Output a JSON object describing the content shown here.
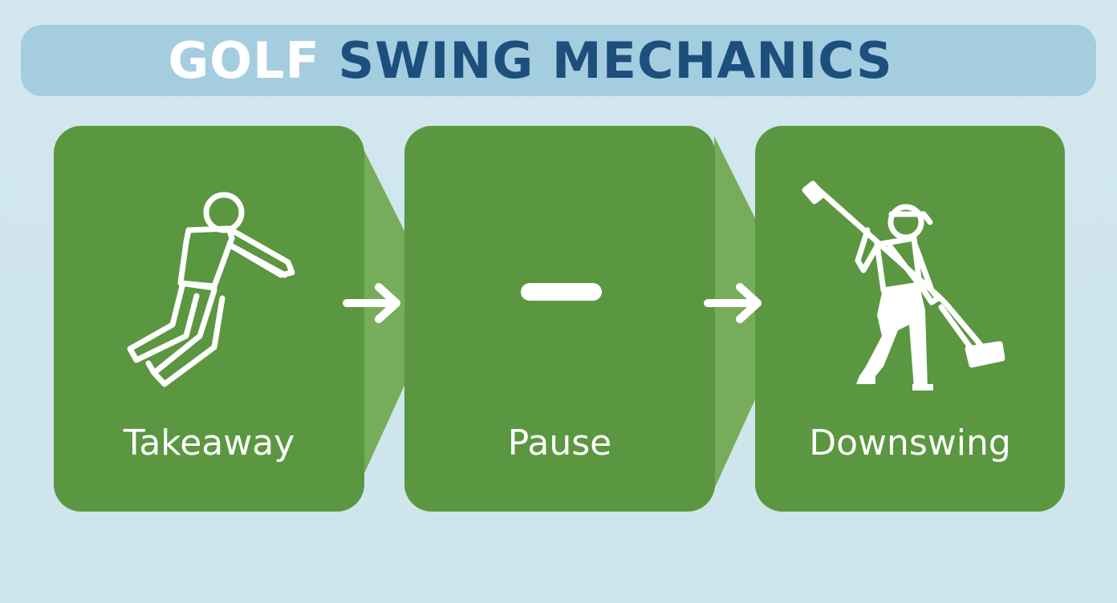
{
  "title": {
    "first_word": "GOLF",
    "rest": " SWING MECHANICS"
  },
  "steps": [
    {
      "label": "Takeaway",
      "icon": "golfer-takeaway-icon"
    },
    {
      "label": "Pause",
      "icon": "pause-dash-icon"
    },
    {
      "label": "Downswing",
      "icon": "golfer-downswing-icon"
    }
  ],
  "colors": {
    "background": "#cfe6ec",
    "banner": "#a5cde0",
    "title_dark": "#1c4f7c",
    "card_green": "#5b9740",
    "connector_green": "#77ad5a",
    "icon_white": "#ffffff"
  }
}
